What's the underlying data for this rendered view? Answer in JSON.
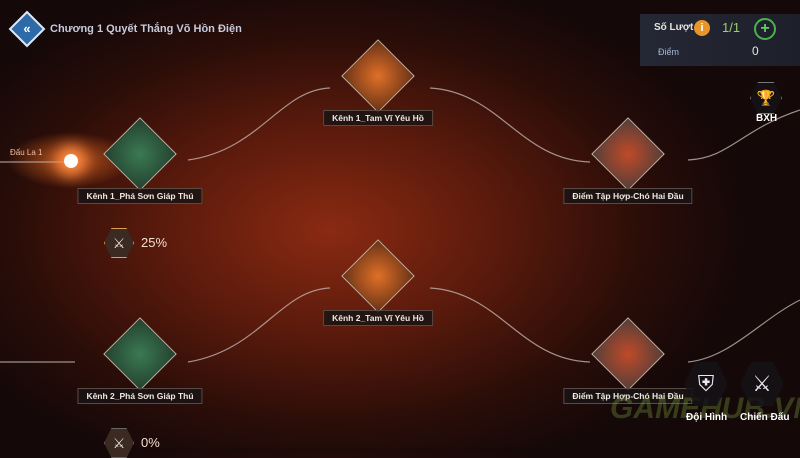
{
  "header": {
    "back_icon": "double-chevron-left-icon",
    "title": "Chương 1 Quyết Thắng Võ Hồn Điện"
  },
  "stats": {
    "turns_label": "Số Lượt",
    "turns_value": "1/1",
    "points_label": "Điểm",
    "points_value": "0",
    "info_icon": "info-icon",
    "add_icon": "plus-icon"
  },
  "leaderboard": {
    "label": "BXH",
    "icon": "trophy-icon"
  },
  "start_label": "Đấu La 1",
  "nodes": [
    {
      "label": "Kênh 1_Phá Sơn Giáp Thú",
      "color": "#2e5a3a"
    },
    {
      "label": "Kênh 1_Tam Vĩ Yêu Hồ",
      "color": "#c0501c"
    },
    {
      "label": "Điểm Tập Hợp-Chó Hai Đầu",
      "color": "#8a3020"
    },
    {
      "label": "Kênh 2_Tam Vĩ Yêu Hồ",
      "color": "#c0501c"
    },
    {
      "label": "Kênh 2_Phá Sơn Giáp Thú",
      "color": "#2e5a3a"
    },
    {
      "label": "Điểm Tập Hợp-Chó Hai Đầu",
      "color": "#8a3020"
    }
  ],
  "progress": [
    {
      "value": "25%"
    },
    {
      "value": "0%"
    }
  ],
  "actions": {
    "formation": "Đội Hình",
    "battle": "Chiến Đấu"
  },
  "watermark": "GAMEHUB.VN"
}
